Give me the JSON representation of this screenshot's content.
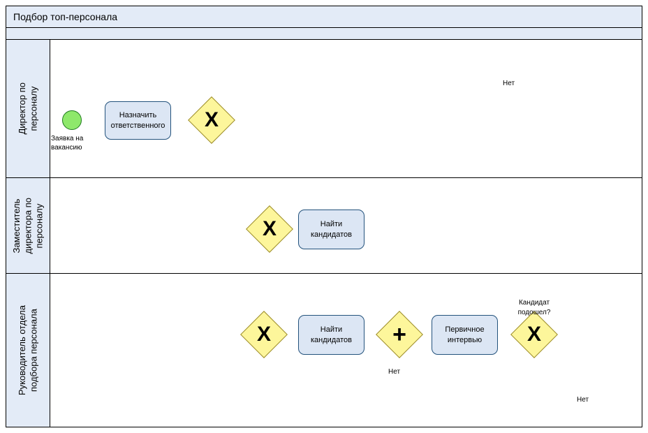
{
  "pool": {
    "title": "Подбор топ-персонала",
    "header_bg": "#e3ebf7",
    "border_color": "#000000"
  },
  "lanes": [
    {
      "id": "lane-director",
      "label": "Директор по\nперсоналу"
    },
    {
      "id": "lane-deputy",
      "label": "Заместитель\nдиректора по\nперсоналу"
    },
    {
      "id": "lane-head",
      "label": "Руководитель отдела\nподбора персонала"
    }
  ],
  "events": [
    {
      "id": "start-event",
      "type": "start",
      "label": "Заявка на\nвакансию",
      "color": "#8ee86b"
    }
  ],
  "tasks": [
    {
      "id": "task-assign-responsible",
      "label": "Назначить\nответственного",
      "lane": "lane-director"
    },
    {
      "id": "task-find-candidates-deputy",
      "label": "Найти\nкандидатов",
      "lane": "lane-deputy"
    },
    {
      "id": "task-find-candidates-head",
      "label": "Найти\nкандидатов",
      "lane": "lane-head"
    },
    {
      "id": "task-initial-interview",
      "label": "Первичное\nинтервью",
      "lane": "lane-head"
    }
  ],
  "gateways": [
    {
      "id": "gateway-route-choice",
      "type": "exclusive",
      "glyph": "X",
      "label": "",
      "lane": "lane-director"
    },
    {
      "id": "gateway-deputy-merge",
      "type": "exclusive",
      "glyph": "X",
      "label": "",
      "lane": "lane-deputy"
    },
    {
      "id": "gateway-head-merge",
      "type": "exclusive",
      "glyph": "X",
      "label": "",
      "lane": "lane-head"
    },
    {
      "id": "gateway-parallel-join",
      "type": "parallel",
      "glyph": "+",
      "label": "",
      "lane": "lane-head"
    },
    {
      "id": "gateway-candidate-ok",
      "type": "exclusive",
      "glyph": "X",
      "label": "Кандидат\nподошел?",
      "lane": "lane-head"
    }
  ],
  "flow_labels": [
    {
      "id": "flow-label-no-top",
      "text": "Нет"
    },
    {
      "id": "flow-label-no-middle",
      "text": "Нет"
    },
    {
      "id": "flow-label-no-bottom",
      "text": "Нет"
    }
  ],
  "colors": {
    "task_fill": "#dce6f4",
    "task_stroke": "#23527c",
    "gateway_fill": "#fdf69b",
    "gateway_stroke": "#9b8b2b",
    "lane_fill": "#e3ebf7",
    "start_fill": "#8ee86b",
    "connector": "#000000"
  }
}
